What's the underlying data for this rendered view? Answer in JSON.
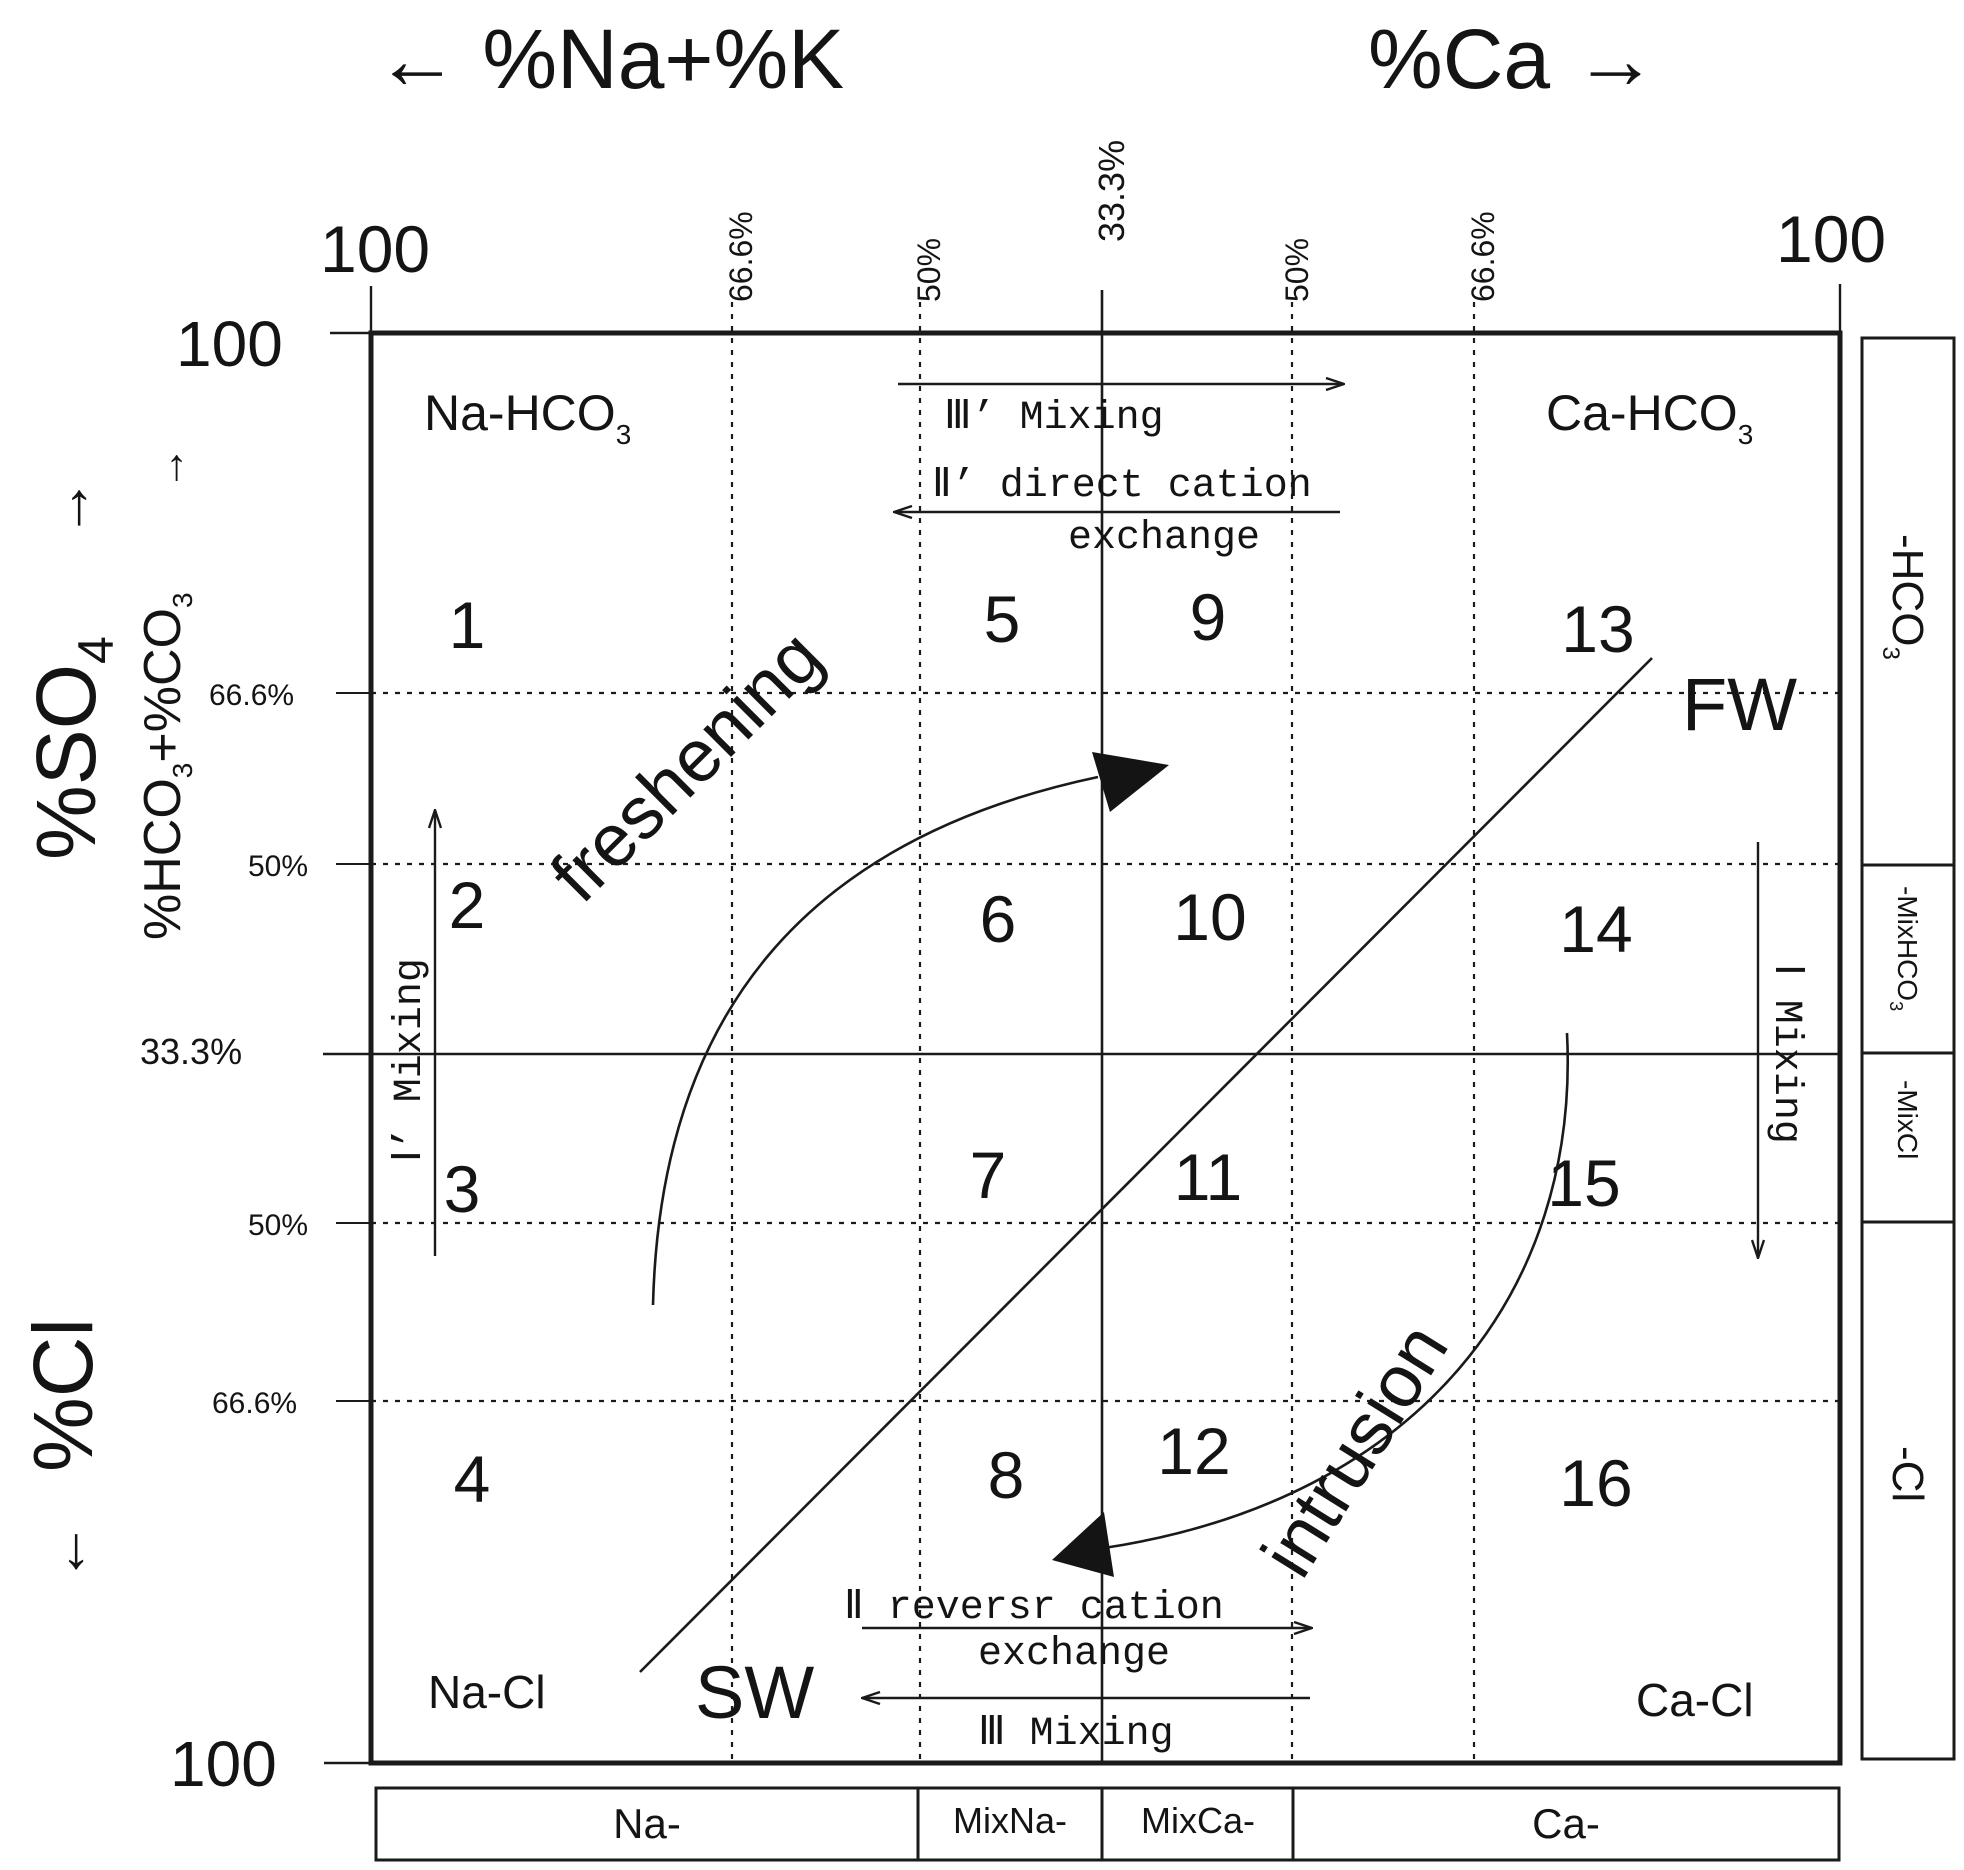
{
  "colors": {
    "ink": "#141414",
    "background": "#ffffff"
  },
  "top_axis": {
    "left_arrow_title": "← %Na+%K",
    "right_arrow_title": "%Ca →",
    "left_max": "100",
    "right_max": "100",
    "ticks": [
      "66.6%",
      "50%",
      "33.3%",
      "50%",
      "66.6%"
    ]
  },
  "left_axis": {
    "top_max": "100",
    "bottom_max": "100",
    "ticks": [
      "66.6%",
      "50%",
      "33.3%",
      "50%",
      "66.6%"
    ],
    "so4_label": "%SO",
    "so4_sub": "4",
    "hco3_label_parts": [
      "%HCO",
      "3",
      "+%CO",
      "3"
    ],
    "cl_label": "%Cl",
    "up_arrow": "→",
    "down_arrow": "←"
  },
  "corners": {
    "na_hco3": "Na-HCO",
    "na_hco3_sub": "3",
    "ca_hco3": "Ca-HCO",
    "ca_hco3_sub": "3",
    "na_cl": "Na-Cl",
    "ca_cl": "Ca-Cl"
  },
  "cells": [
    "1",
    "2",
    "3",
    "4",
    "5",
    "6",
    "7",
    "8",
    "9",
    "10",
    "11",
    "12",
    "13",
    "14",
    "15",
    "16"
  ],
  "end_members": {
    "fw": "FW",
    "sw": "SW"
  },
  "processes": {
    "freshening": "freshening",
    "intrusion": "intrusion",
    "mixing_3p": "Ⅲ’ Mixing",
    "direct_exchange_line1": "Ⅱ’ direct cation",
    "direct_exchange_line2": "exchange",
    "reverse_exchange_line1": "Ⅱ reversr cation",
    "reverse_exchange_line2": "exchange",
    "mixing_3": "Ⅲ Mixing",
    "mixing_1p": "Ⅰ’ Mixing",
    "mixing_1": "Ⅰ Mixing"
  },
  "bottom_bar": [
    "Na-",
    "MixNa-",
    "MixCa-",
    "Ca-"
  ],
  "right_bar": {
    "hco3": "-HCO",
    "hco3_sub": "3",
    "mixhco3": "-MixHCO",
    "mixhco3_sub": "3",
    "mixcl": "-MixCl",
    "cl": "-Cl"
  }
}
